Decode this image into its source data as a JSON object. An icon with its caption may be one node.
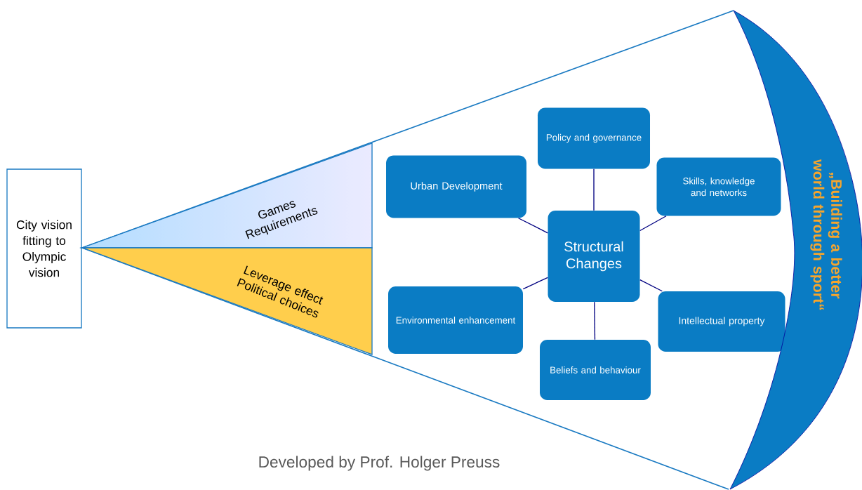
{
  "diagram": {
    "caption": "Developed by Prof. Holger Preuss",
    "nodes": [
      {
        "text": [
          "City vision fitting to Olympic vision"
        ]
      },
      {
        "text": [
          "Games Requirements"
        ]
      },
      {
        "text": [
          "Leverage effect Political choices"
        ]
      },
      {
        "text": [
          "Structural Changes"
        ]
      },
      {
        "text": [
          "Policy and governance"
        ]
      },
      {
        "text": [
          "Urban Development"
        ]
      },
      {
        "text": [
          "Skills, knowledge and networks"
        ]
      },
      {
        "text": [
          "Environmental enhancement"
        ]
      },
      {
        "text": [
          "Intellectual property"
        ]
      },
      {
        "text": [
          "Beliefs and behaviour"
        ]
      },
      {
        "text": [
          "„Building a better world through sport“"
        ]
      }
    ],
    "edges": [
      {
        "from": 3,
        "to": 4,
        "arrow": "none"
      },
      {
        "from": 3,
        "to": 5,
        "arrow": "none"
      },
      {
        "from": 3,
        "to": 6,
        "arrow": "none"
      },
      {
        "from": 3,
        "to": 7,
        "arrow": "none"
      },
      {
        "from": 3,
        "to": 8,
        "arrow": "none"
      },
      {
        "from": 3,
        "to": 9,
        "arrow": "none"
      }
    ]
  }
}
